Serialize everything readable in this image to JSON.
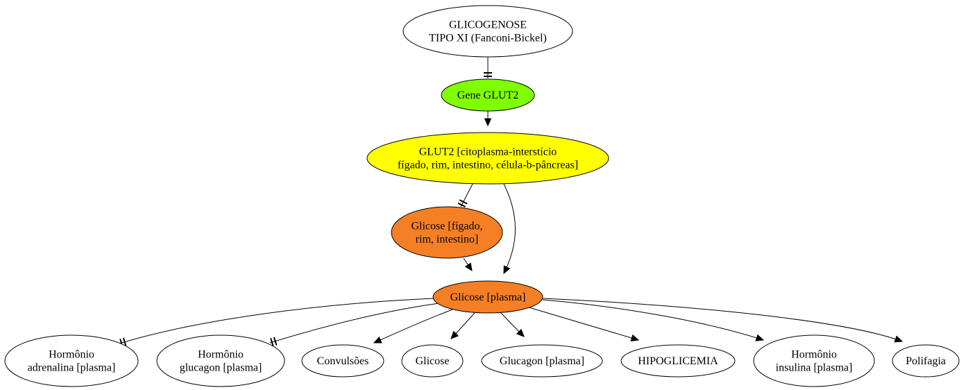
{
  "diagram": {
    "nodes": [
      {
        "id": "glicogenose",
        "lines": [
          "GLICOGENOSE",
          "TIPO XI (Fanconi-Bickel)"
        ],
        "fill": "#ffffff"
      },
      {
        "id": "gene-glut2",
        "lines": [
          "Gene GLUT2"
        ],
        "fill": "#7fff00"
      },
      {
        "id": "glut2",
        "lines": [
          "GLUT2  [citoplasma-interstício",
          "fígado, rim, intestino, célula-b-pâncreas]"
        ],
        "fill": "#ffff00"
      },
      {
        "id": "glicose-figado",
        "lines": [
          "Glicose [fígado,",
          "rim, intestino]"
        ],
        "fill": "#f57f25"
      },
      {
        "id": "glicose-plasma",
        "lines": [
          "Glicose [plasma]"
        ],
        "fill": "#f57f25"
      },
      {
        "id": "hormonio-adrenalina",
        "lines": [
          "Hormônio",
          "adrenalina [plasma]"
        ],
        "fill": "#ffffff"
      },
      {
        "id": "hormonio-glucagon",
        "lines": [
          "Hormônio",
          "glucagon [plasma]"
        ],
        "fill": "#ffffff"
      },
      {
        "id": "convulsoes",
        "lines": [
          "Convulsões"
        ],
        "fill": "#ffffff"
      },
      {
        "id": "glicose",
        "lines": [
          "Glicose"
        ],
        "fill": "#ffffff"
      },
      {
        "id": "glucagon-plasma",
        "lines": [
          "Glucagon [plasma]"
        ],
        "fill": "#ffffff"
      },
      {
        "id": "hipoglicemia",
        "lines": [
          "HIPOGLICEMIA"
        ],
        "fill": "#ffffff"
      },
      {
        "id": "hormonio-insulina",
        "lines": [
          "Hormônio",
          "insulina [plasma]"
        ],
        "fill": "#ffffff"
      },
      {
        "id": "polifagia",
        "lines": [
          "Polifagia"
        ],
        "fill": "#ffffff"
      }
    ],
    "edges": [
      {
        "from": "glicogenose",
        "to": "gene-glut2",
        "type": "inhibit"
      },
      {
        "from": "gene-glut2",
        "to": "glut2",
        "type": "activate"
      },
      {
        "from": "glut2",
        "to": "glicose-figado",
        "type": "inhibit"
      },
      {
        "from": "glut2",
        "to": "glicose-plasma",
        "type": "activate"
      },
      {
        "from": "glicose-figado",
        "to": "glicose-plasma",
        "type": "activate"
      },
      {
        "from": "glicose-plasma",
        "to": "hormonio-adrenalina",
        "type": "inhibit"
      },
      {
        "from": "glicose-plasma",
        "to": "hormonio-glucagon",
        "type": "inhibit"
      },
      {
        "from": "glicose-plasma",
        "to": "convulsoes",
        "type": "activate"
      },
      {
        "from": "glicose-plasma",
        "to": "glicose",
        "type": "activate"
      },
      {
        "from": "glicose-plasma",
        "to": "glucagon-plasma",
        "type": "activate"
      },
      {
        "from": "glicose-plasma",
        "to": "hipoglicemia",
        "type": "activate"
      },
      {
        "from": "glicose-plasma",
        "to": "hormonio-insulina",
        "type": "activate"
      },
      {
        "from": "glicose-plasma",
        "to": "polifagia",
        "type": "activate"
      }
    ]
  }
}
